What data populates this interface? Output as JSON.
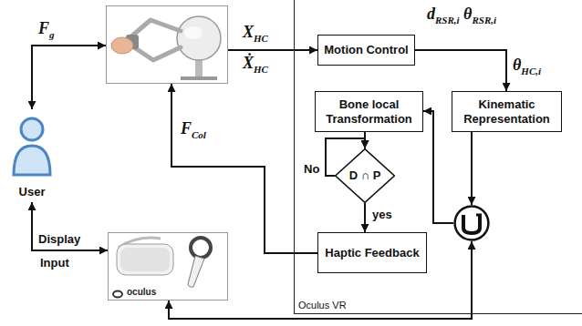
{
  "diagram": {
    "nodes": [
      {
        "text": [
          "User"
        ]
      },
      {
        "text": []
      },
      {
        "text": [
          "Oculus VR"
        ]
      },
      {
        "text": [
          "Motion Control"
        ],
        "in": 2
      },
      {
        "text": [
          "Bone local Transformation"
        ],
        "in": 2
      },
      {
        "text": [
          "Kinematic Representation"
        ],
        "in": 2
      },
      {
        "text": [
          "D ∩ P"
        ],
        "in": 2
      },
      {
        "text": [
          "Haptic Feedback"
        ],
        "in": 2
      },
      {
        "text": [],
        "in": 2
      },
      {
        "text": [
          "oculus"
        ]
      }
    ],
    "edges": [
      {
        "from": 0,
        "to": 1,
        "label": "Fg",
        "arrow": "both"
      },
      {
        "from": 1,
        "to": 3,
        "label": "XHC",
        "arrow": "to"
      },
      {
        "from": 3,
        "to": 5,
        "label": "θHC,i",
        "arrow": "to"
      },
      {
        "from": 5,
        "to": 8,
        "arrow": "to"
      },
      {
        "from": 8,
        "to": 4,
        "arrow": "to"
      },
      {
        "from": 4,
        "to": 6,
        "arrow": "to"
      },
      {
        "from": 6,
        "to": 6,
        "label": "No",
        "arrow": "to"
      },
      {
        "from": 6,
        "to": 7,
        "label": "yes",
        "arrow": "to"
      },
      {
        "from": 7,
        "to": 1,
        "label": "FCol",
        "arrow": "to"
      },
      {
        "from": 9,
        "to": 0,
        "label": "Display",
        "arrow": "both"
      },
      {
        "from": 9,
        "to": 8,
        "arrow": "both"
      }
    ],
    "labels": [
      "ẊHC",
      "dRSR,i θRSR,i",
      "Input"
    ]
  }
}
